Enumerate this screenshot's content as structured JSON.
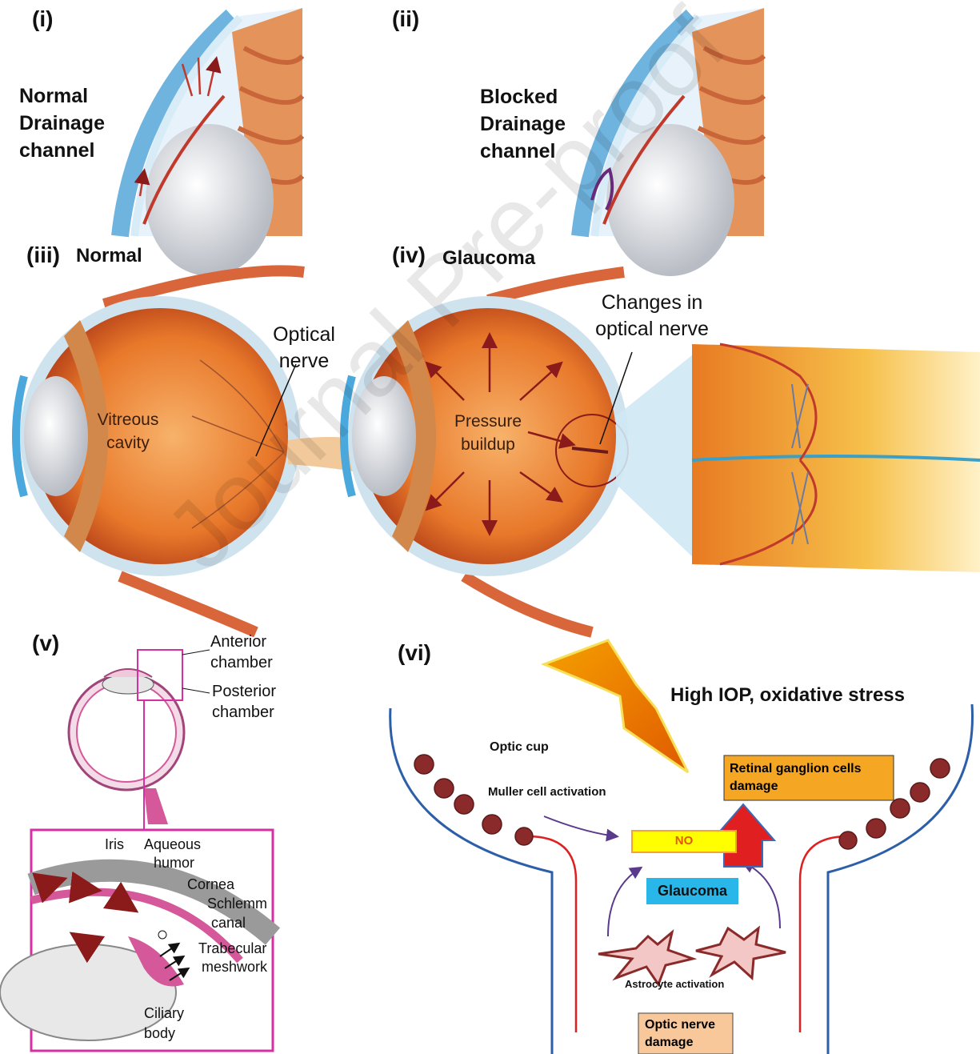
{
  "panels": {
    "i": {
      "tag": "(i)",
      "label": [
        "Normal",
        "Drainage",
        "channel"
      ]
    },
    "ii": {
      "tag": "(ii)",
      "label": [
        "Blocked",
        "Drainage",
        "channel"
      ]
    },
    "iii": {
      "tag": "(iii)",
      "title": "Normal",
      "cavity": [
        "Vitreous",
        "cavity"
      ],
      "nerve": [
        "Optical",
        "nerve"
      ]
    },
    "iv": {
      "tag": "(iv)",
      "title": "Glaucoma",
      "pressure": [
        "Pressure",
        "buildup"
      ],
      "changes": [
        "Changes in",
        "optical nerve"
      ]
    },
    "v": {
      "tag": "(v)",
      "anterior": [
        "Anterior",
        "chamber"
      ],
      "posterior": [
        "Posterior",
        "chamber"
      ],
      "iris": "Iris",
      "aqueous": [
        "Aqueous",
        "humor"
      ],
      "cornea": "Cornea",
      "schlemm": [
        "Schlemm",
        "canal"
      ],
      "trabecular": [
        "Trabecular",
        "meshwork"
      ],
      "ciliary": [
        "Ciliary",
        "body"
      ]
    },
    "vi": {
      "tag": "(vi)",
      "headline": "High IOP, oxidative stress",
      "optic_cup": "Optic cup",
      "muller": "Muller cell activation",
      "rgc": [
        "Retinal ganglion cells",
        "damage"
      ],
      "no": "NO",
      "glaucoma": "Glaucoma",
      "astro": "Astrocyte activation",
      "onh": [
        "Optic nerve",
        "damage"
      ]
    }
  },
  "watermark": "Journal Pre-proof",
  "colors": {
    "eye_orange": "#e8782a",
    "pink": "#d4589a",
    "blue_line": "#2d5fa8",
    "red_line": "#e02020",
    "no_box": "#ffff00",
    "rgc_box": "#f5a623",
    "glaucoma_box": "#29b6e8",
    "onh_box": "#f8c89a"
  }
}
